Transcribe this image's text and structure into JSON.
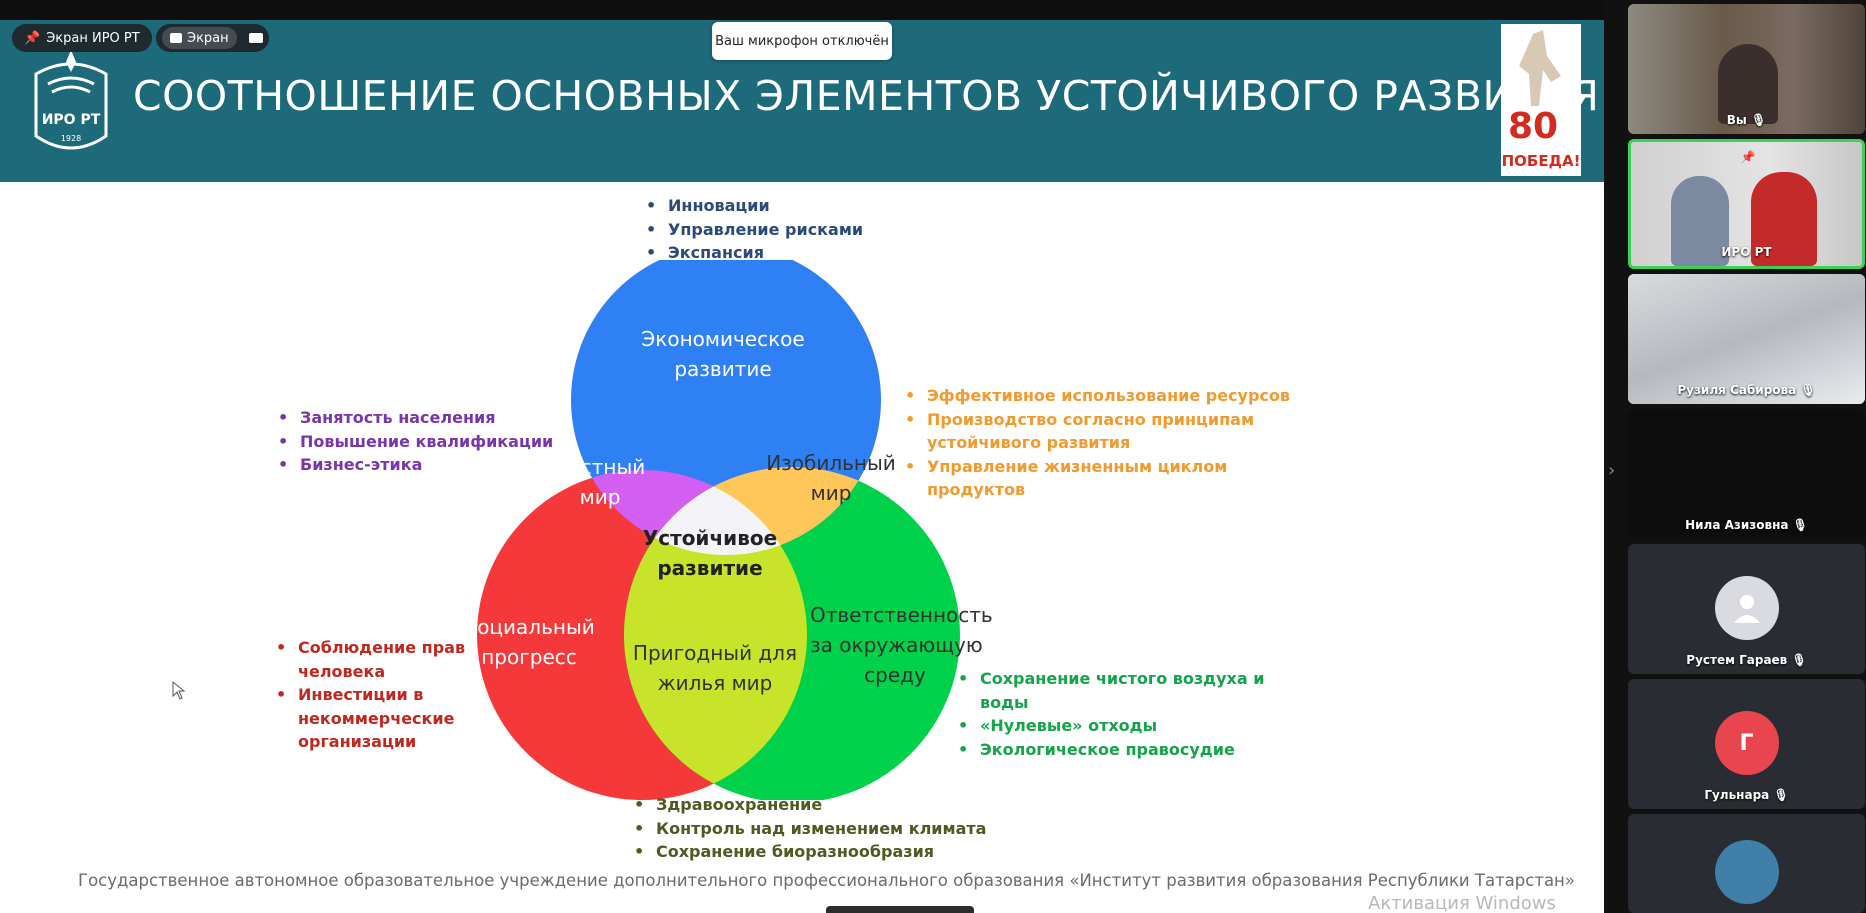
{
  "meeting": {
    "pinned_label": "Экран ИРО РТ",
    "screen_label": "Экран",
    "mic_toast": "Ваш микрофон отключён"
  },
  "slide": {
    "title": "СООТНОШЕНИЕ ОСНОВНЫХ ЭЛЕМЕНТОВ УСТОЙЧИВОГО РАЗВИТИЯ",
    "logo_text": "ИРО РТ",
    "logo_year": "1928",
    "victory_number": "80",
    "victory_text": "ПОБЕДА!",
    "footer": "Государственное автономное образовательное учреждение дополнительного профессионального образования «Институт развития образования Республики Татарстан»",
    "watermark": "Активация Windows"
  },
  "venn": {
    "economic": [
      "Экономическое",
      "развитие"
    ],
    "social": [
      "Социальный",
      "прогресс"
    ],
    "environment": [
      "Ответственность",
      "за окружающую",
      "среду"
    ],
    "fair": [
      "Честный",
      "мир"
    ],
    "viable": [
      "Изобильный",
      "мир"
    ],
    "livable": [
      "Пригодный для",
      "жилья мир"
    ],
    "center": [
      "Устойчивое",
      "развитие"
    ],
    "colors": {
      "economic": "#2f80f5",
      "social": "#f5393a",
      "environment": "#00d14b",
      "fair": "#d25ff2",
      "viable": "#ffc65a",
      "livable": "#c7e42b",
      "center": "#f4f4f8"
    }
  },
  "bullets": {
    "economic": [
      "Инновации",
      "Управление рисками",
      "Экспансия"
    ],
    "fair": [
      "Занятость населения",
      "Повышение квалификации",
      "Бизнес-этика"
    ],
    "viable": [
      "Эффективное использование ресурсов",
      "Производство согласно принципам",
      "устойчивого развития",
      "Управление жизненным циклом",
      "продуктов"
    ],
    "social": [
      "Соблюдение прав",
      "человека",
      "Инвестиции в",
      "некоммерческие",
      "организации"
    ],
    "environment": [
      "Сохранение чистого воздуха и",
      "воды",
      "«Нулевые» отходы",
      "Экологическое правосудие"
    ],
    "livable": [
      "Здравоохранение",
      "Контроль  над изменением климата",
      "Сохранение биоразнообразия"
    ]
  },
  "participants": [
    {
      "name": "Вы",
      "kind": "video",
      "mic": "mic-off-icon"
    },
    {
      "name": "ИРО РТ",
      "kind": "video",
      "active": true,
      "pinned": true
    },
    {
      "name": "Рузиля Сабирова",
      "kind": "video",
      "mic": "mic-off-icon"
    },
    {
      "name": "Нила Азизовна",
      "kind": "blank",
      "mic": "mic-off-icon"
    },
    {
      "name": "Рустем Гараев",
      "kind": "avatar",
      "mic": "mic-off-icon"
    },
    {
      "name": "Гульнара",
      "kind": "letter",
      "letter": "Г",
      "color": "#e9454f",
      "mic": "mic-off-icon"
    },
    {
      "name": "",
      "kind": "photo"
    }
  ]
}
